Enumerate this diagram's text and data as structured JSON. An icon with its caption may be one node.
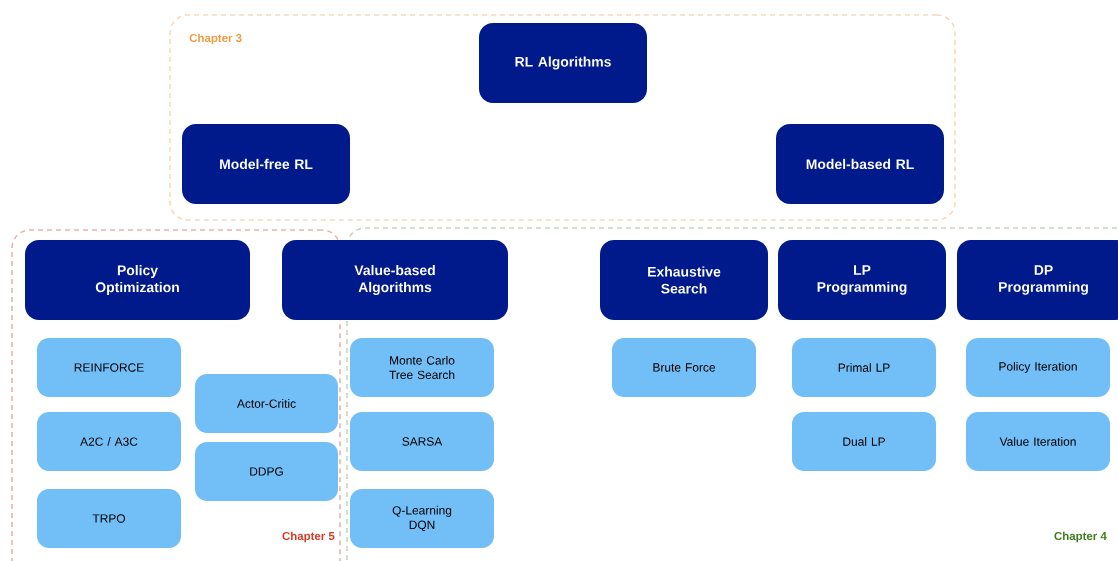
{
  "diagram": {
    "nodes": [
      {
        "text": [
          "Chapter 3"
        ]
      },
      {
        "text": [
          "RL Algorithms"
        ],
        "in": 0
      },
      {
        "text": [
          "Model-free RL"
        ],
        "in": 0
      },
      {
        "text": [
          "Model-based RL"
        ],
        "in": 0
      },
      {
        "text": [
          "Chapter 5"
        ]
      },
      {
        "text": [
          "Policy Optimization"
        ],
        "in": 4
      },
      {
        "text": [
          "REINFORCE"
        ],
        "in": 4
      },
      {
        "text": [
          "Actor-Critic"
        ],
        "in": 4
      },
      {
        "text": [
          "A2C / A3C"
        ],
        "in": 4
      },
      {
        "text": [
          "DDPG"
        ],
        "in": 4
      },
      {
        "text": [
          "TRPO"
        ],
        "in": 4
      },
      {
        "text": [
          "Chapter 4"
        ]
      },
      {
        "text": [
          "Value-based Algorithms"
        ]
      },
      {
        "text": [
          "Monte Carlo Tree Search"
        ],
        "in": 11
      },
      {
        "text": [
          "SARSA"
        ],
        "in": 11
      },
      {
        "text": [
          "Q-Learning DQN"
        ],
        "in": 11
      },
      {
        "text": [
          "Exhaustive Search"
        ],
        "in": 11
      },
      {
        "text": [
          "LP Programming"
        ],
        "in": 11
      },
      {
        "text": [
          "DP Programming"
        ],
        "in": 11
      },
      {
        "text": [
          "Brute Force"
        ],
        "in": 11
      },
      {
        "text": [
          "Primal LP"
        ],
        "in": 11
      },
      {
        "text": [
          "Dual LP"
        ],
        "in": 11
      },
      {
        "text": [
          "Policy Iteration"
        ],
        "in": 11
      },
      {
        "text": [
          "Value Iteration"
        ],
        "in": 11
      }
    ]
  }
}
